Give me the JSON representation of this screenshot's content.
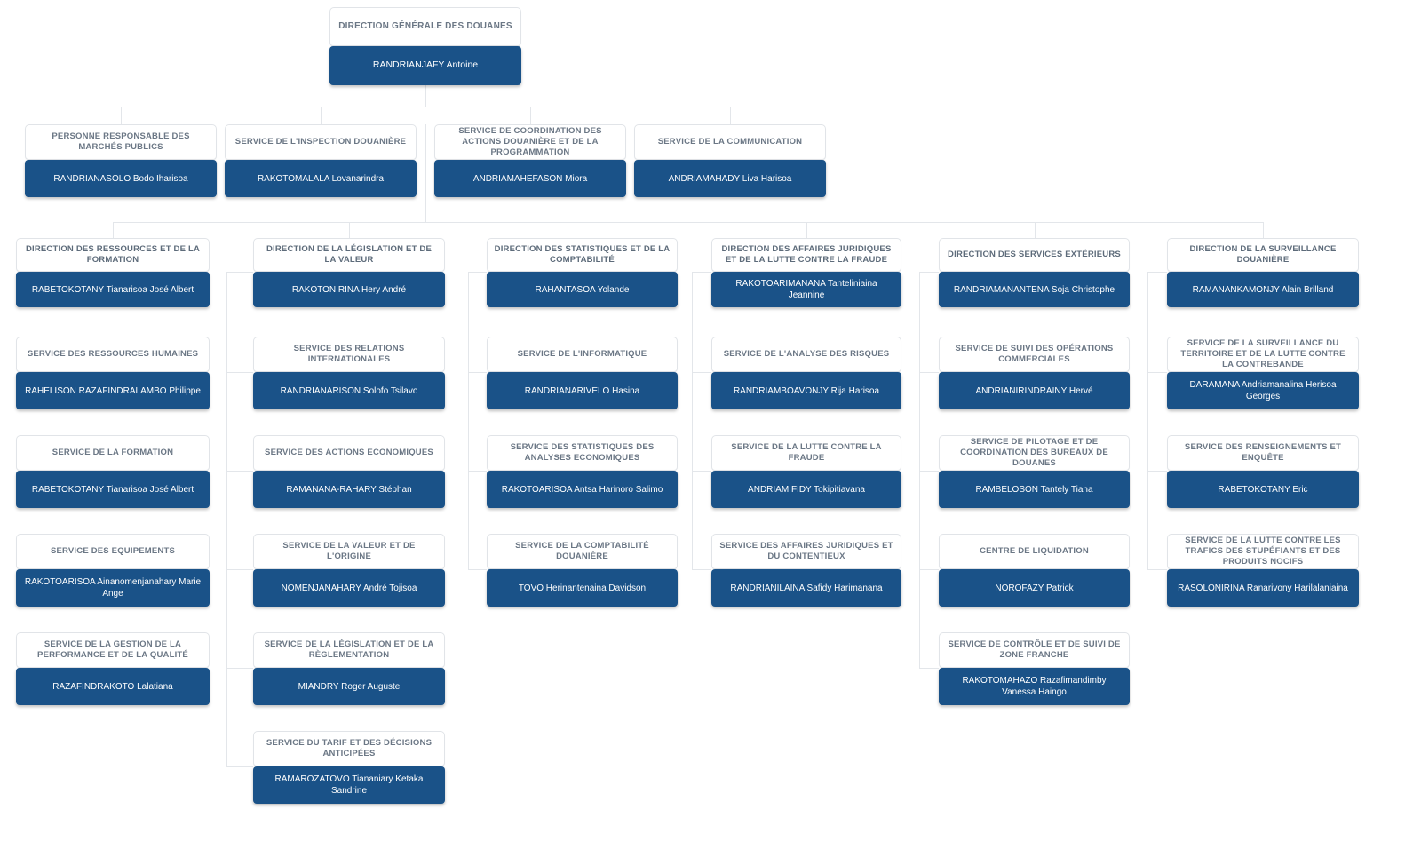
{
  "meta": {
    "chart_title": "DIRECTION GÉNÉRALE DES DOUANES",
    "accent_color": "#1a5288",
    "title_text_color": "#6b7785",
    "line_color": "#e3e6ea",
    "card_bg": "#ffffff"
  },
  "root": {
    "title": "DIRECTION GÉNÉRALE DES DOUANES",
    "person": "RANDRIANJAFY Antoine"
  },
  "staff": [
    {
      "title": "PERSONNE RESPONSABLE DES MARCHÉS PUBLICS",
      "person": "RANDRIANASOLO Bodo Iharisoa"
    },
    {
      "title": "SERVICE DE L'INSPECTION DOUANIÈRE",
      "person": "RAKOTOMALALA Lovanarindra"
    },
    {
      "title": "SERVICE DE COORDINATION DES ACTIONS DOUANIÈRE ET DE LA PROGRAMMATION",
      "person": "ANDRIAMAHEFASON Miora"
    },
    {
      "title": "SERVICE DE LA COMMUNICATION",
      "person": "ANDRIAMAHADY Liva Harisoa"
    }
  ],
  "directions": [
    {
      "title": "DIRECTION DES RESSOURCES ET DE LA FORMATION",
      "person": "RABETOKOTANY Tianarisoa José Albert",
      "services": [
        {
          "title": "SERVICE DES RESSOURCES HUMAINES",
          "person": "RAHELISON RAZAFINDRALAMBO Philippe"
        },
        {
          "title": "SERVICE DE LA FORMATION",
          "person": "RABETOKOTANY Tianarisoa José Albert"
        },
        {
          "title": "SERVICE DES EQUIPEMENTS",
          "person": "RAKOTOARISOA Ainanomenjanahary Marie Ange"
        },
        {
          "title": "SERVICE DE LA GESTION DE LA PERFORMANCE ET DE LA QUALITÉ",
          "person": "RAZAFINDRAKOTO Lalatiana"
        }
      ]
    },
    {
      "title": "DIRECTION DE LA LÉGISLATION ET DE LA VALEUR",
      "person": "RAKOTONIRINA Hery André",
      "services": [
        {
          "title": "SERVICE DES RELATIONS INTERNATIONALES",
          "person": "RANDRIANARISON Solofo Tsilavo"
        },
        {
          "title": "SERVICE DES ACTIONS ECONOMIQUES",
          "person": "RAMANANA-RAHARY Stéphan"
        },
        {
          "title": "SERVICE DE LA VALEUR ET DE L'ORIGINE",
          "person": "NOMENJANAHARY André Tojisoa"
        },
        {
          "title": "SERVICE DE LA LÉGISLATION ET DE LA RÈGLEMENTATION",
          "person": "MIANDRY Roger Auguste"
        },
        {
          "title": "SERVICE DU TARIF ET DES DÉCISIONS ANTICIPÉES",
          "person": "RAMAROZATOVO Tiananiary Ketaka Sandrine"
        }
      ]
    },
    {
      "title": "DIRECTION DES STATISTIQUES ET DE LA COMPTABILITÉ",
      "person": "RAHANTASOA Yolande",
      "services": [
        {
          "title": "SERVICE DE L'INFORMATIQUE",
          "person": "RANDRIANARIVELO Hasina"
        },
        {
          "title": "SERVICE DES STATISTIQUES DES ANALYSES ECONOMIQUES",
          "person": "RAKOTOARISOA Antsa Harinoro Salimo"
        },
        {
          "title": "SERVICE DE LA COMPTABILITÉ DOUANIÈRE",
          "person": "TOVO Herinantenaina Davidson"
        }
      ]
    },
    {
      "title": "DIRECTION DES AFFAIRES JURIDIQUES ET DE LA LUTTE CONTRE LA FRAUDE",
      "person": "RAKOTOARIMANANA Tanteliniaina Jeannine",
      "services": [
        {
          "title": "SERVICE DE L'ANALYSE DES RISQUES",
          "person": "RANDRIAMBOAVONJY Rija Harisoa"
        },
        {
          "title": "SERVICE DE LA LUTTE CONTRE LA FRAUDE",
          "person": "ANDRIAMIFIDY Tokipitiavana"
        },
        {
          "title": "SERVICE DES AFFAIRES JURIDIQUES ET DU CONTENTIEUX",
          "person": "RANDRIANILAINA Safidy Harimanana"
        }
      ]
    },
    {
      "title": "DIRECTION DES SERVICES EXTÉRIEURS",
      "person": "RANDRIAMANANTENA Soja Christophe",
      "services": [
        {
          "title": "SERVICE DE SUIVI DES OPÉRATIONS COMMERCIALES",
          "person": "ANDRIANIRINDRAINY Hervé"
        },
        {
          "title": "SERVICE DE PILOTAGE ET DE COORDINATION DES BUREAUX DE DOUANES",
          "person": "RAMBELOSON Tantely Tiana"
        },
        {
          "title": "CENTRE DE LIQUIDATION",
          "person": "NOROFAZY Patrick"
        },
        {
          "title": "SERVICE DE CONTRÔLE ET DE SUIVI DE ZONE FRANCHE",
          "person": "RAKOTOMAHAZO Razafimandimby Vanessa Haingo"
        }
      ]
    },
    {
      "title": "DIRECTION DE LA SURVEILLANCE DOUANIÈRE",
      "person": "RAMANANKAMONJY Alain Brilland",
      "services": [
        {
          "title": "SERVICE DE LA SURVEILLANCE DU TERRITOIRE ET DE LA LUTTE CONTRE LA CONTREBANDE",
          "person": "DARAMANA Andriamanalina Herisoa Georges"
        },
        {
          "title": "SERVICE DES RENSEIGNEMENTS ET ENQUÊTE",
          "person": "RABETOKOTANY Eric"
        },
        {
          "title": "SERVICE DE LA LUTTE CONTRE LES TRAFICS DES STUPÉFIANTS ET DES PRODUITS NOCIFS",
          "person": "RASOLONIRINA Ranarivony Harilalaniaina"
        }
      ]
    }
  ]
}
